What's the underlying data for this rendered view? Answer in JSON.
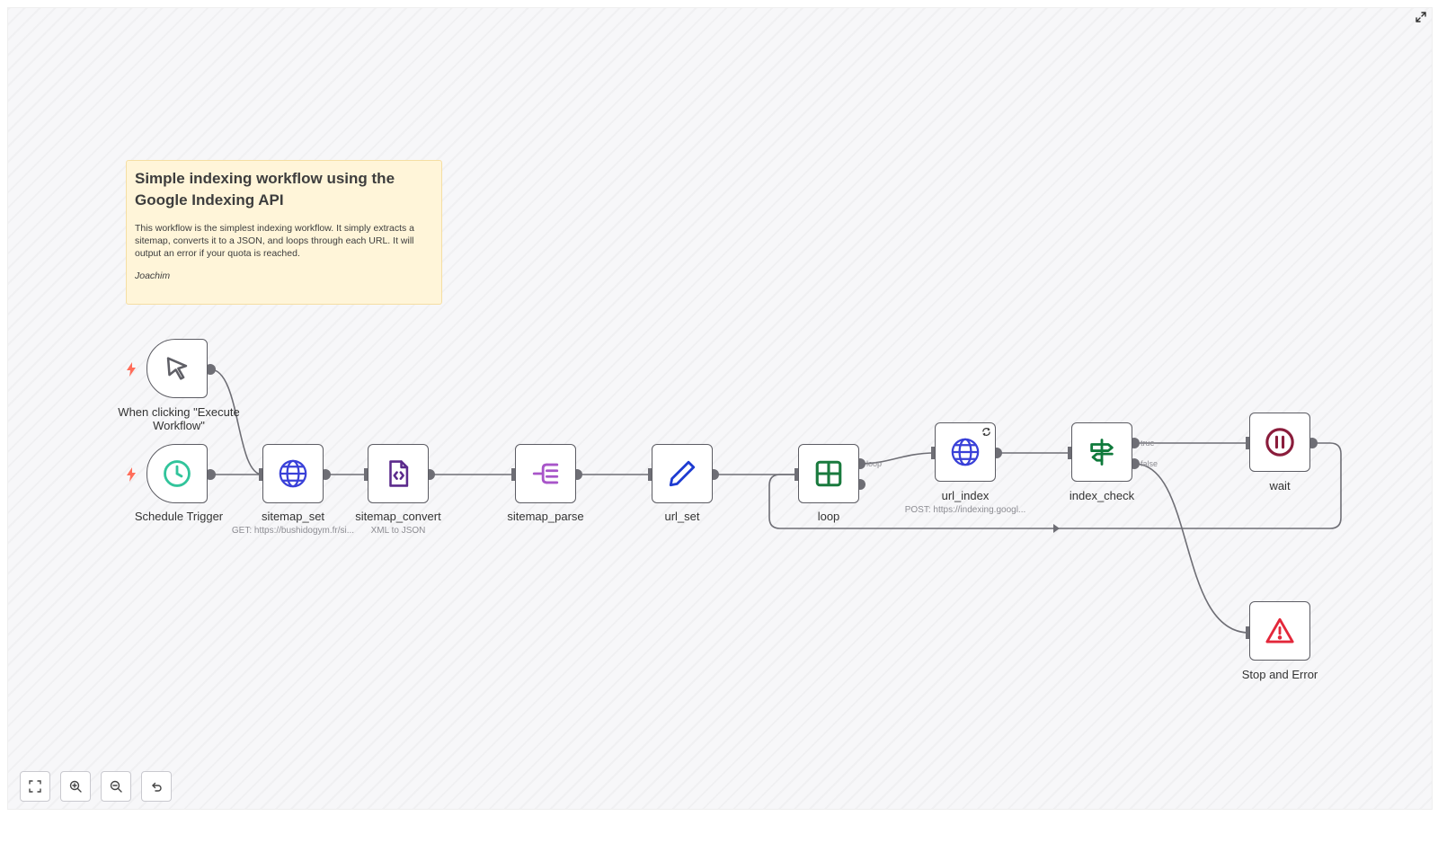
{
  "sticky": {
    "title": "Simple indexing workflow using the Google Indexing API",
    "body": "This workflow is the simplest indexing workflow. It simply extracts a sitemap, converts it to a JSON, and loops through each URL. It will output an error if your quota is reached.",
    "author": "Joachim"
  },
  "nodes": {
    "manual_trigger": {
      "label": "When clicking \"Execute Workflow\"",
      "icon": "cursor-icon",
      "color": "#5f5f66"
    },
    "schedule_trigger": {
      "label": "Schedule Trigger",
      "icon": "clock-icon",
      "color": "#31c49b"
    },
    "sitemap_set": {
      "label": "sitemap_set",
      "sub": "GET: https://bushidogym.fr/si...",
      "icon": "globe-icon",
      "color": "#3940d8"
    },
    "sitemap_convert": {
      "label": "sitemap_convert",
      "sub": "XML to JSON",
      "icon": "code-file-icon",
      "color": "#5b2a8c"
    },
    "sitemap_parse": {
      "label": "sitemap_parse",
      "icon": "split-out-icon",
      "color": "#a855c9"
    },
    "url_set": {
      "label": "url_set",
      "icon": "pencil-icon",
      "color": "#1d3bd1"
    },
    "loop": {
      "label": "loop",
      "icon": "grid-icon",
      "color": "#1a7a3e"
    },
    "url_index": {
      "label": "url_index",
      "sub": "POST: https://indexing.googl...",
      "icon": "globe-icon",
      "color": "#3940d8"
    },
    "index_check": {
      "label": "index_check",
      "icon": "signpost-icon",
      "color": "#0f7a3b"
    },
    "wait": {
      "label": "wait",
      "icon": "pause-icon",
      "color": "#8a1c3b"
    },
    "stop_error": {
      "label": "Stop and Error",
      "icon": "warning-icon",
      "color": "#e3273a"
    }
  },
  "edge_labels": {
    "loop": "loop",
    "true": "true",
    "false": "false"
  },
  "colors": {
    "trigger_bolt": "#ff6d5a",
    "wire": "#6e6e75",
    "sticky": "#fff5d9"
  },
  "controls": [
    "fit-view-icon",
    "zoom-in-icon",
    "zoom-out-icon",
    "reset-icon"
  ]
}
